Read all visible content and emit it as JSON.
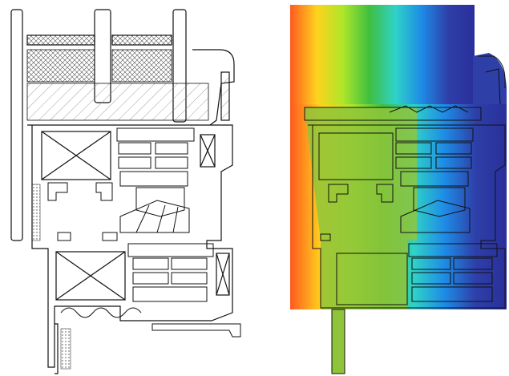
{
  "figure": {
    "panels": [
      {
        "id": "section-drawing",
        "kind": "technical cross-section"
      },
      {
        "id": "thermal-simulation",
        "kind": "isotherm color map"
      }
    ],
    "thermal_gradient": [
      "#ff5a1e",
      "#ffd21e",
      "#aee62a",
      "#3fbf3f",
      "#2fd2c8",
      "#1e8be6",
      "#2e3fa8",
      "#2a2f9a"
    ],
    "frame_fill": "#8fc43a",
    "line_color": "#111111",
    "background": "#ffffff"
  }
}
